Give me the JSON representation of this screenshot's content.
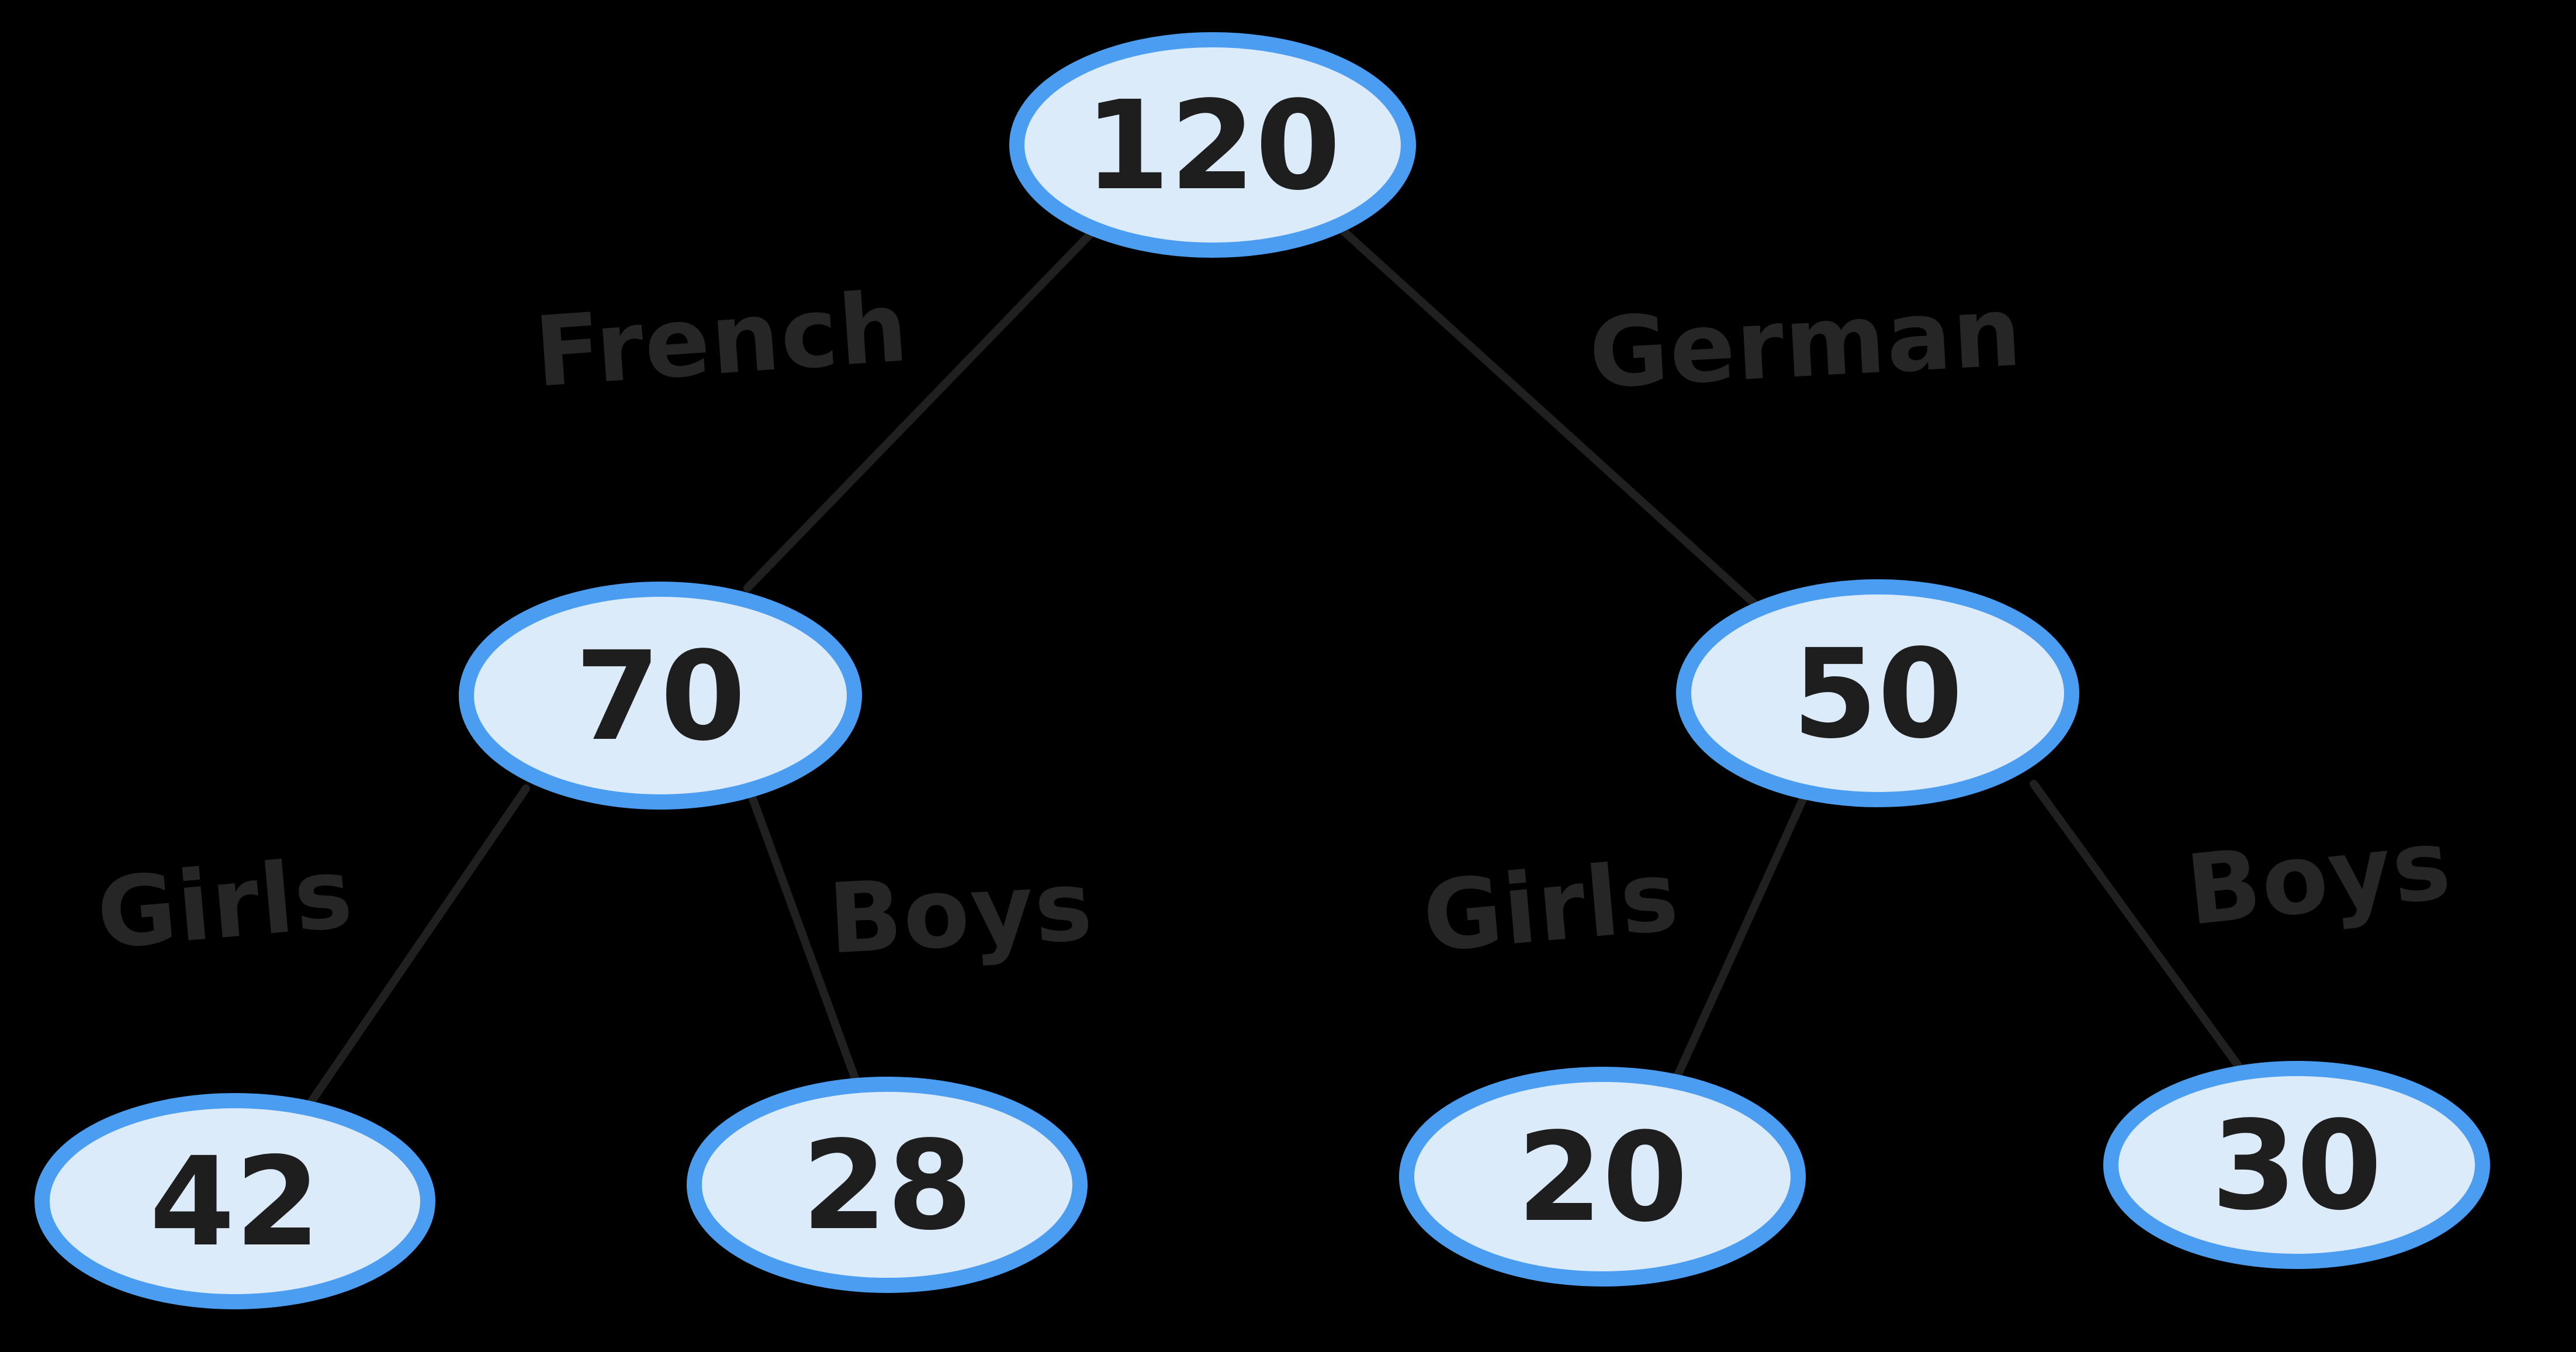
{
  "colors": {
    "background": "#000000",
    "node_fill": "#dcebfa",
    "node_stroke": "#4a9df0",
    "edge_line": "#202020",
    "node_text": "#1e1e1e",
    "edge_label_text": "#262626"
  },
  "diagram_type": "tree",
  "tree": {
    "root": {
      "value": "120"
    },
    "branches": [
      {
        "edge_label": "French",
        "value": "70",
        "children": [
          {
            "edge_label": "Girls",
            "value": "42"
          },
          {
            "edge_label": "Boys",
            "value": "28"
          }
        ]
      },
      {
        "edge_label": "German",
        "value": "50",
        "children": [
          {
            "edge_label": "Girls",
            "value": "20"
          },
          {
            "edge_label": "Boys",
            "value": "30"
          }
        ]
      }
    ]
  }
}
